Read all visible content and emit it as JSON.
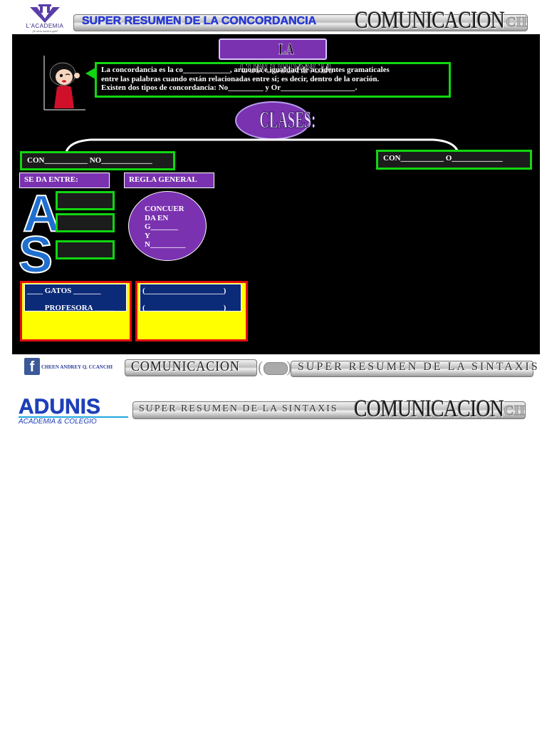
{
  "header": {
    "logo_text": "L'ACADEMIA",
    "logo_tagline": "¡Tu meta nuestra guía!",
    "title": "SUPER RESUMEN DE LA CONCORDANCIA",
    "subject": "COMUNICACION",
    "code": "CII"
  },
  "board": {
    "title": "LA CONCORDANCIA",
    "definition_line1": "La concordancia es la co____________, armonía e igualdad de accidentes gramaticales",
    "definition_line2": "entre las palabras cuando están relacionadas entre sí; es decir, dentro de la oración.",
    "definition_line3": "Existen dos tipos de concordancia: No_________ y Or___________________.",
    "clases": "CLASES:",
    "con_left": "CON___________ NO_____________",
    "con_right": "CON___________ O_____________",
    "se_da_entre": "SE DA ENTRE:",
    "regla_general": "REGLA GENERAL",
    "letter_a": "A",
    "letter_s": "S",
    "circle_lines": [
      "CONCUER",
      "DA EN",
      "G_______",
      "Y",
      "N_________"
    ],
    "example1_line1": "____ GATOS _______",
    "example1_line2": "____ PROFESORA _____",
    "example2_line1": "(____________________)",
    "example2_line2": "(____________________)"
  },
  "footer1": {
    "fb_glyph": "f",
    "author": "CHEEN ANDREY Q. CCANCHI",
    "subject": "COMUNICACION",
    "paren_open": "(",
    "paren_close": ")",
    "title": "SUPER RESUMEN DE LA SINTAXIS"
  },
  "footer2": {
    "brand": "ADUNIS",
    "brand_sub": "ACADEMIA  &  COLEGIO",
    "title": "SUPER RESUMEN DE LA SINTAXIS",
    "subject": "COMUNICACION",
    "code": "CII"
  },
  "colors": {
    "board": "#000000",
    "green_border": "#11d611",
    "purple": "#7a32b0",
    "navy": "#0b2a78",
    "yellow": "#ffff00",
    "red_border": "#e01010",
    "blue_letters": "#1e6fd0"
  }
}
